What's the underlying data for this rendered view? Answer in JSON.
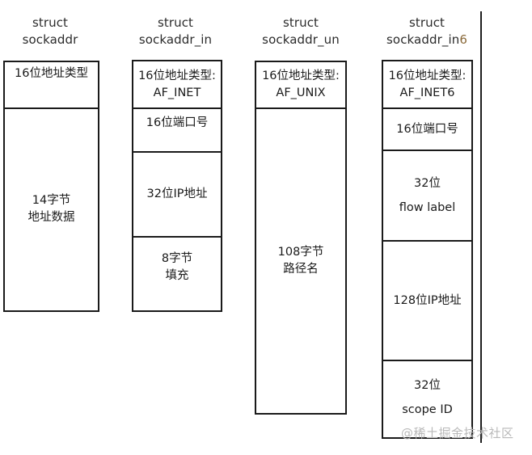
{
  "diagram": {
    "title_prefix": "struct",
    "columns": [
      {
        "id": "sockaddr",
        "title_line1": "struct",
        "title_line2": "sockaddr",
        "title_suffix": "",
        "fields": [
          {
            "id": "addr-family",
            "lines": [
              "16位地址类型"
            ]
          },
          {
            "id": "addr-data",
            "lines": [
              "14字节",
              "地址数据"
            ]
          }
        ]
      },
      {
        "id": "sockaddr_in",
        "title_line1": "struct",
        "title_line2": "sockaddr_in",
        "title_suffix": "",
        "fields": [
          {
            "id": "addr-family",
            "lines": [
              "16位地址类型:",
              "AF_INET"
            ]
          },
          {
            "id": "port",
            "lines": [
              "16位端口号"
            ]
          },
          {
            "id": "ipv4-addr",
            "lines": [
              "32位IP地址"
            ]
          },
          {
            "id": "padding",
            "lines": [
              "8字节",
              "填充"
            ]
          }
        ]
      },
      {
        "id": "sockaddr_un",
        "title_line1": "struct",
        "title_line2": "sockaddr_un",
        "title_suffix": "",
        "fields": [
          {
            "id": "addr-family",
            "lines": [
              "16位地址类型:",
              "AF_UNIX"
            ]
          },
          {
            "id": "pathname",
            "lines": [
              "108字节",
              "路径名"
            ]
          }
        ]
      },
      {
        "id": "sockaddr_in6",
        "title_line1": "struct",
        "title_line2": "sockaddr_in",
        "title_suffix": "6",
        "fields": [
          {
            "id": "addr-family",
            "lines": [
              "16位地址类型:",
              "AF_INET6"
            ]
          },
          {
            "id": "port",
            "lines": [
              "16位端口号"
            ]
          },
          {
            "id": "flow-label",
            "lines": [
              "32位",
              "flow label"
            ]
          },
          {
            "id": "ipv6-addr",
            "lines": [
              "128位IP地址"
            ]
          },
          {
            "id": "scope-id",
            "lines": [
              "32位",
              "scope ID"
            ]
          }
        ]
      }
    ],
    "watermark": "@稀土掘金技术社区",
    "colors": {
      "border": "#1a1a1a",
      "text": "#1a1a1a",
      "title": "#2b2b2b",
      "accent_suffix": "#8a6a3a",
      "watermark": "#b9b9b9",
      "background": "#ffffff"
    }
  }
}
